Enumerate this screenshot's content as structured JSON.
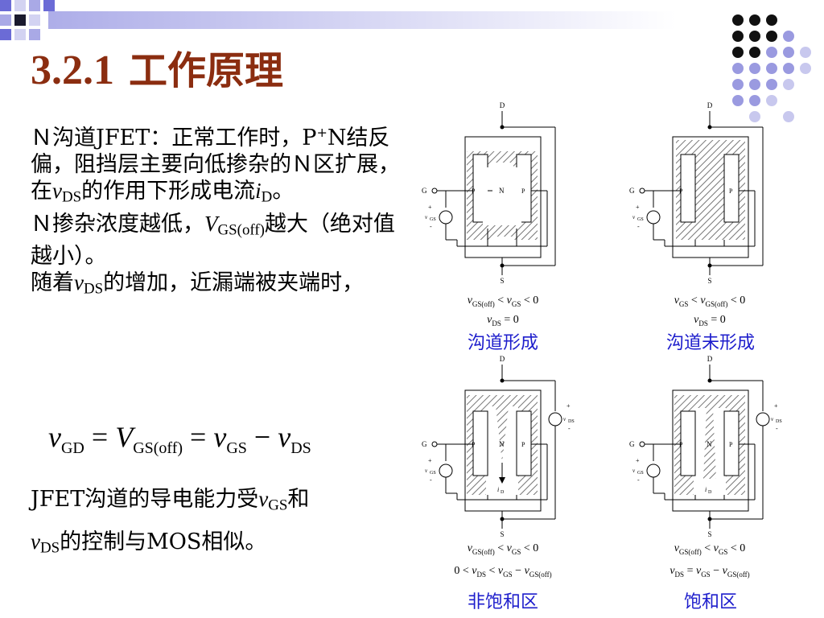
{
  "title": {
    "number": "3.2.1",
    "text": "工作原理"
  },
  "body": {
    "p1_a": "Ｎ沟道JFET：正常工作时，P",
    "p1_sup": "+",
    "p1_b": "N结反偏，阻挡层主要向低掺杂的Ｎ区扩展，在",
    "p1_v": "v",
    "p1_vsub": "DS",
    "p1_c": "的作用下形成电流",
    "p1_i": "i",
    "p1_isub": "D",
    "p1_d": "。",
    "p2_a": "Ｎ掺杂浓度越低，",
    "p2_v": "V",
    "p2_vsub": "GS(off)",
    "p2_b": "越大（绝对值越小）。",
    "p3_a": "随着",
    "p3_v": "v",
    "p3_vsub": "DS",
    "p3_b": "的增加，近漏端被夹端时，"
  },
  "equation": {
    "t1": "v",
    "s1": "GD",
    "eq1": " = ",
    "t2": "V",
    "s2": "GS(off)",
    "eq2": " = ",
    "t3": "v",
    "s3": "GS",
    "minus": " − ",
    "t4": "v",
    "s4": "DS"
  },
  "footer_text": {
    "a": "JFET沟道的导电能力受",
    "v1": "v",
    "v1sub": "GS",
    "b": "和",
    "v2": "v",
    "v2sub": "DS",
    "c": "的控制与MOS相似。"
  },
  "diagrams": {
    "labels": {
      "D": "D",
      "S": "S",
      "G": "G",
      "P": "P",
      "plus": "+",
      "N": "N",
      "vGS": "v",
      "vGS_sub": "GS",
      "vDS": "v",
      "vDS_sub": "DS",
      "minus": "-",
      "iD": "i",
      "iD_sub": "D"
    },
    "d1": {
      "caption": "沟道形成",
      "cond1": {
        "a": "v",
        "as": "GS(off)",
        "op1": " < ",
        "b": "v",
        "bs": "GS",
        "op2": " < 0"
      },
      "cond2": {
        "a": "v",
        "as": "DS",
        "op1": " = 0"
      }
    },
    "d2": {
      "caption": "沟道未形成",
      "cond1": {
        "a": "v",
        "as": "GS",
        "op1": " < ",
        "b": "v",
        "bs": "GS(off)",
        "op2": " < 0"
      },
      "cond2": {
        "a": "v",
        "as": "DS",
        "op1": " = 0"
      }
    },
    "d3": {
      "caption": "非饱和区",
      "cond1": {
        "a": "v",
        "as": "GS(off)",
        "op1": " < ",
        "b": "v",
        "bs": "GS",
        "op2": " < 0"
      },
      "cond2": {
        "z": "0 < ",
        "a": "v",
        "as": "DS",
        "op1": " < ",
        "b": "v",
        "bs": "GS",
        "op2": " − ",
        "c": "v",
        "cs": "GS(off)"
      }
    },
    "d4": {
      "caption": "饱和区",
      "cond1": {
        "a": "v",
        "as": "GS(off)",
        "op1": " < ",
        "b": "v",
        "bs": "GS",
        "op2": " < 0"
      },
      "cond2": {
        "a": "v",
        "as": "DS",
        "op1": " = ",
        "b": "v",
        "bs": "GS",
        "op2": " − ",
        "c": "v",
        "cs": "GS(off)"
      }
    }
  },
  "colors": {
    "title": "#8b2d10",
    "caption": "#1d1dcc",
    "square_dark": "#1a1a2e",
    "square_mid": "#6b6bd6",
    "square_light": "#a9a9e6",
    "square_pale": "#d3d3f2",
    "dot_dark": "#111111",
    "dot_mid": "#9a9ae0",
    "dot_light": "#c8c8ee"
  }
}
